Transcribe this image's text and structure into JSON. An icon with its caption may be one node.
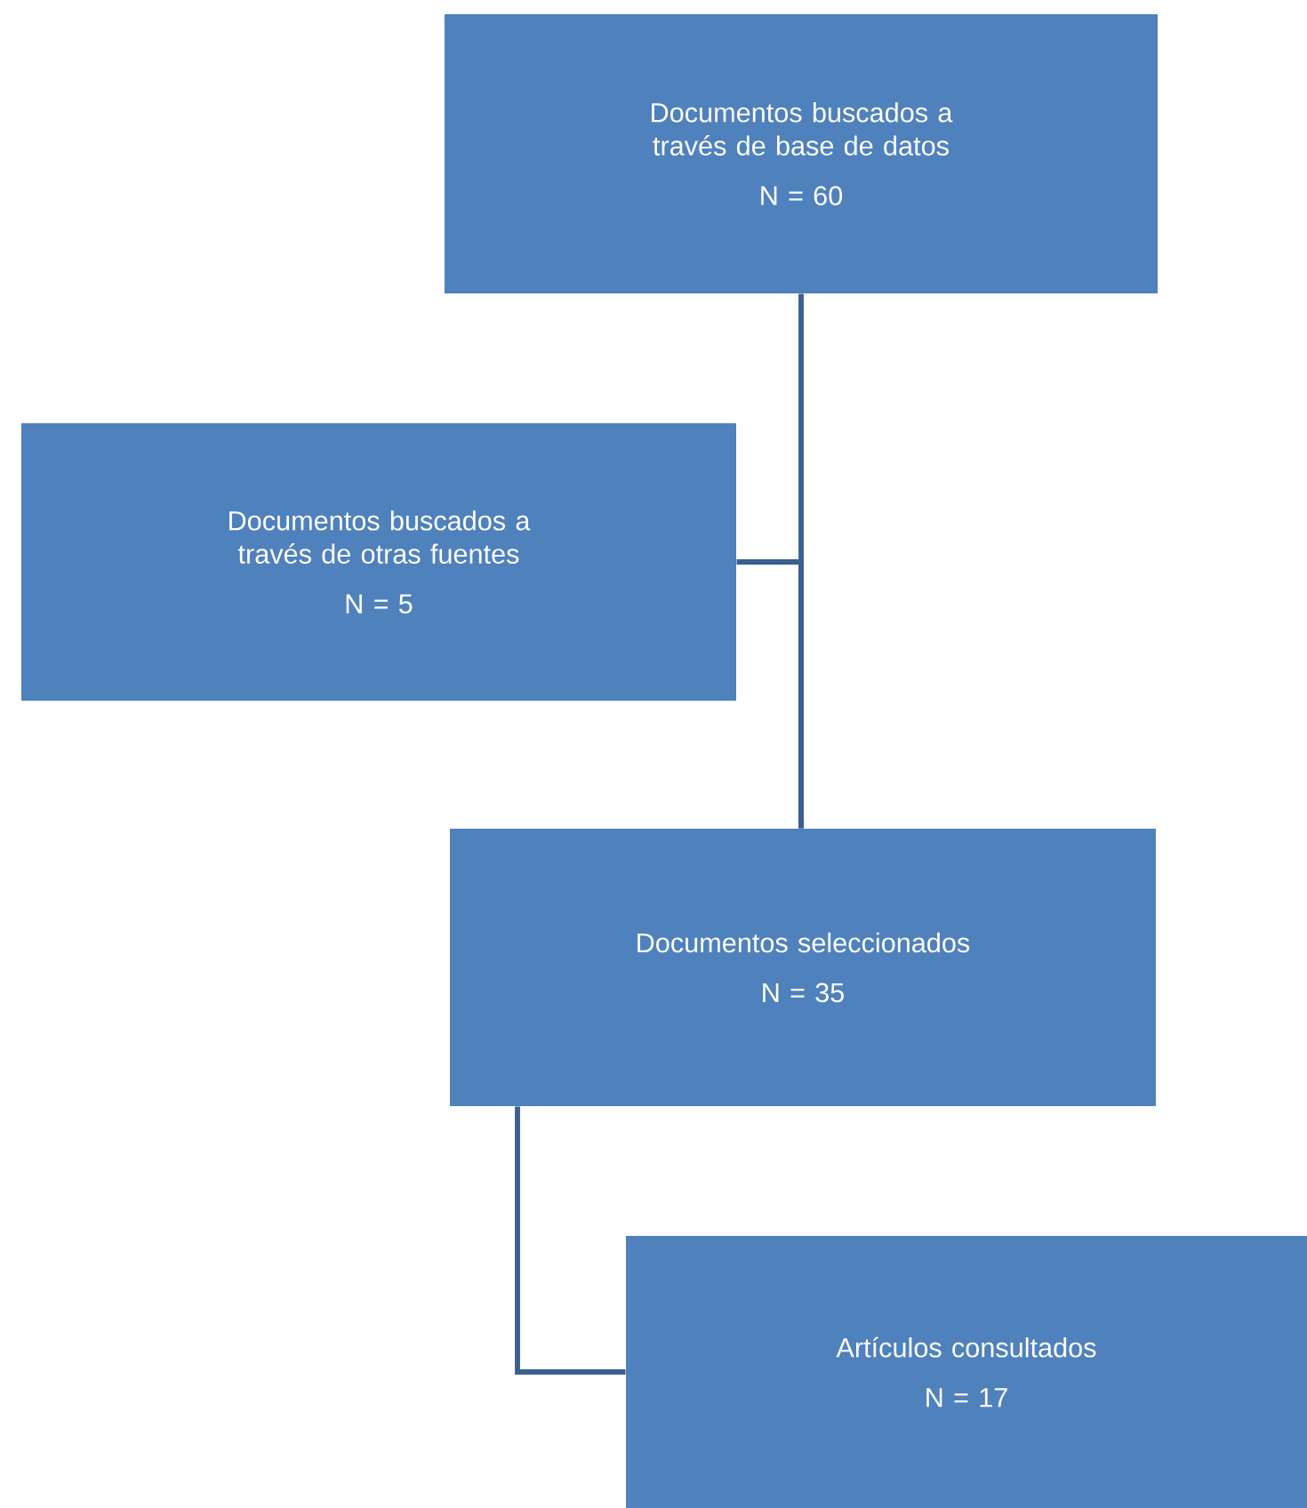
{
  "diagram": {
    "nodes": [
      {
        "text": [
          "Documentos buscados a través de base de datos",
          "N =  60"
        ]
      },
      {
        "text": [
          "Documentos buscados a través de otras fuentes",
          "N = 5"
        ]
      },
      {
        "text": [
          "Documentos seleccionados",
          "N = 35"
        ]
      },
      {
        "text": [
          "Artículos consultados",
          "N = 17"
        ]
      }
    ],
    "edges": [
      {
        "from": 0,
        "to": 2,
        "arrow": "none"
      },
      {
        "from": 1,
        "to": 2,
        "arrow": "none"
      },
      {
        "from": 2,
        "to": 3,
        "arrow": "none"
      }
    ]
  }
}
